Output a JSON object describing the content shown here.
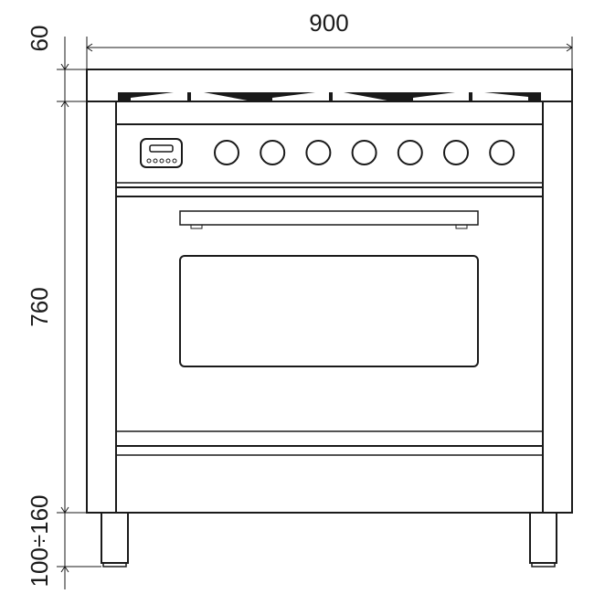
{
  "dimensions": {
    "width": "900",
    "cooktop_height": "60",
    "body_height": "760",
    "leg_height": "100÷160"
  },
  "appliance": {
    "knob_count": 7,
    "stroke_color": "#1a1a1a"
  }
}
